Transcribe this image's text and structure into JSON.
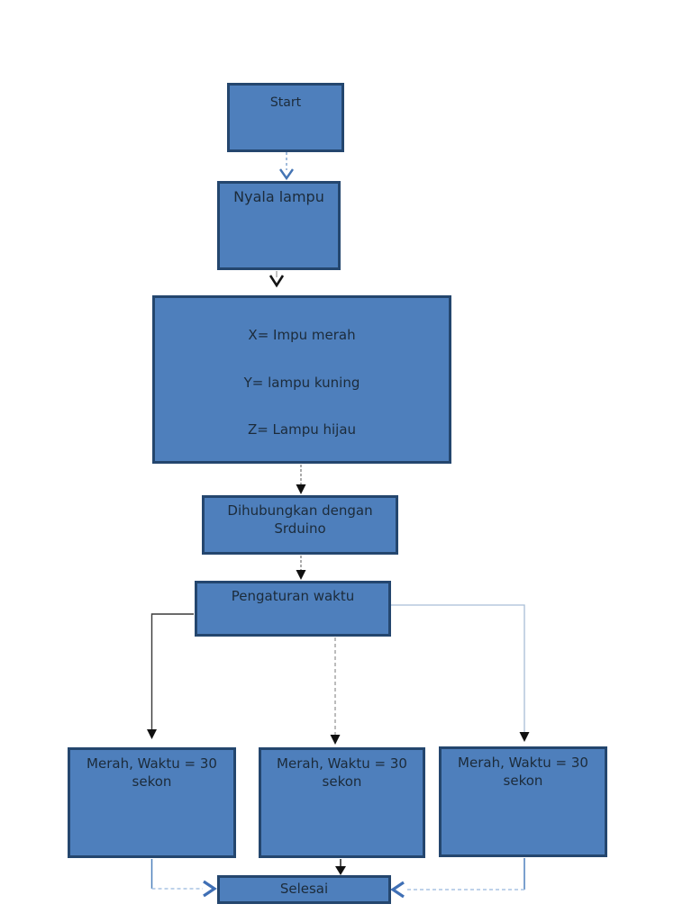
{
  "palette": {
    "node_fill": "#4e7fbc",
    "node_border": "#24466e",
    "node_text": "#1c2b3a",
    "blue_arrow": "#4474b4",
    "light_blue_dash": "#a9c4e4",
    "light_steel_line": "#a9bed6",
    "black_arrow": "#111111",
    "gray_line": "#8f8f8f"
  },
  "diagram": {
    "nodes": {
      "start": {
        "label": "Start"
      },
      "nyala_lampu": {
        "label": "Nyala lampu"
      },
      "variables": {
        "lines": [
          "X= Impu merah",
          "Y= lampu kuning",
          "Z= Lampu hijau"
        ]
      },
      "dihubungkan": {
        "label": "Dihubungkan dengan\nSrduino"
      },
      "pengaturan": {
        "label": "Pengaturan waktu"
      },
      "merah_kiri": {
        "label": "Merah, Waktu = 30\nsekon"
      },
      "merah_tengah": {
        "label": "Merah, Waktu = 30\nsekon"
      },
      "merah_kanan": {
        "label": "Merah, Waktu = 30\nsekon"
      },
      "selesai": {
        "label": "Selesai"
      }
    },
    "edges": [
      {
        "from": "start",
        "to": "nyala_lampu",
        "line": "dashed-blue",
        "arrowhead": "open-chevron-blue"
      },
      {
        "from": "nyala_lampu",
        "to": "variables",
        "line": "thin-gray",
        "arrowhead": "open-chevron-black"
      },
      {
        "from": "variables",
        "to": "dihubungkan",
        "line": "dashed-gray",
        "arrowhead": "filled-black"
      },
      {
        "from": "dihubungkan",
        "to": "pengaturan",
        "line": "dashed-gray",
        "arrowhead": "filled-black"
      },
      {
        "from": "pengaturan",
        "to": "merah_kiri",
        "line": "solid-dark-elbow",
        "arrowhead": "filled-black"
      },
      {
        "from": "pengaturan",
        "to": "merah_tengah",
        "line": "dashed-gray",
        "arrowhead": "filled-black"
      },
      {
        "from": "pengaturan",
        "to": "merah_kanan",
        "line": "light-steel-elbow",
        "arrowhead": "filled-black"
      },
      {
        "from": "merah_kiri",
        "to": "selesai",
        "line": "blue-then-dashed",
        "arrowhead": "open-chevron-blue"
      },
      {
        "from": "merah_tengah",
        "to": "selesai",
        "line": "solid-dark",
        "arrowhead": "filled-black"
      },
      {
        "from": "merah_kanan",
        "to": "selesai",
        "line": "blue-then-dashed",
        "arrowhead": "open-chevron-blue"
      }
    ]
  }
}
